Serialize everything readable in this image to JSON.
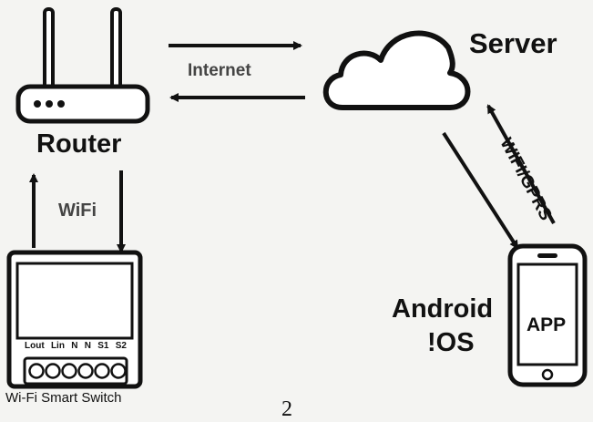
{
  "labels": {
    "internet": "Internet",
    "server": "Server",
    "router": "Router",
    "wifi": "WiFi",
    "wifi_gprs": "WIFI/GPRS",
    "android": "Android",
    "ios": "!OS",
    "app": "APP",
    "switch": "Wi-Fi Smart Switch",
    "page_number": "2"
  },
  "switch_terminals": [
    "Lout",
    "Lin",
    "N",
    "N",
    "S1",
    "S2"
  ],
  "colors": {
    "ink": "#111111",
    "background": "#f4f4f2"
  },
  "icons": [
    "router-icon",
    "cloud-icon",
    "smartphone-icon",
    "smart-switch-icon"
  ]
}
